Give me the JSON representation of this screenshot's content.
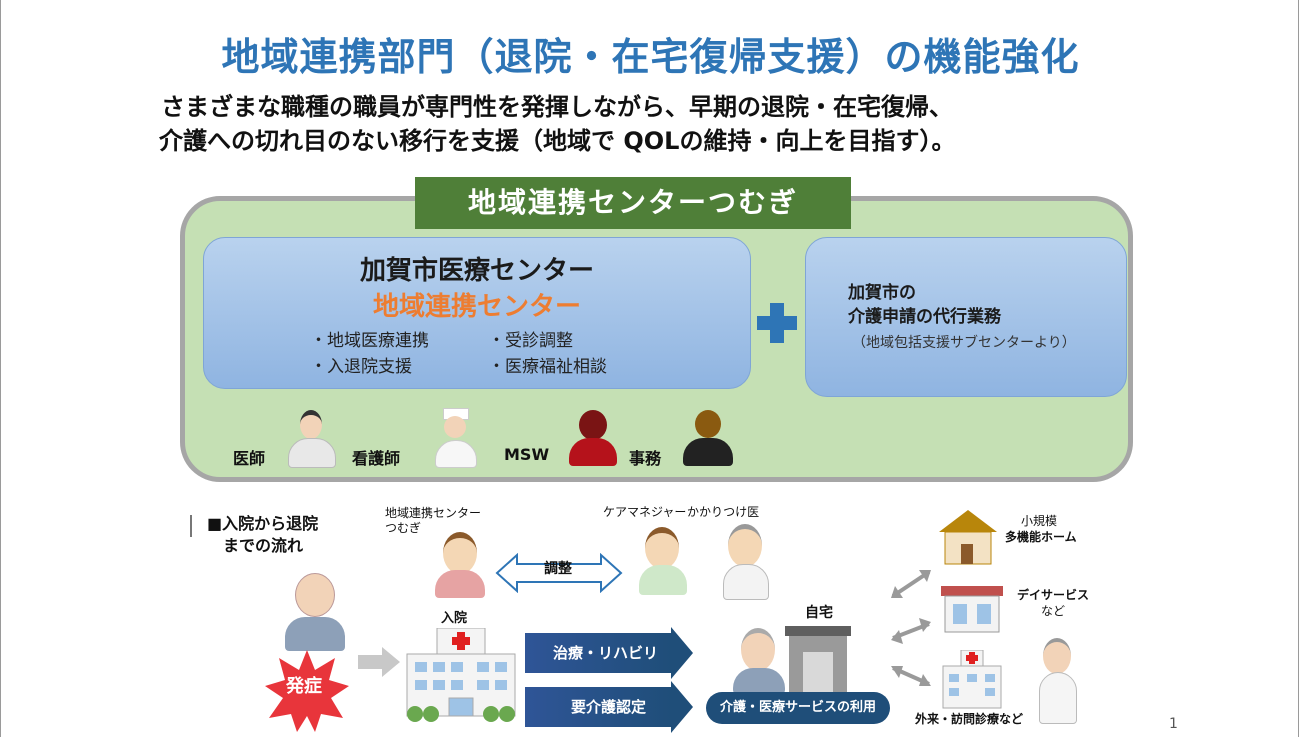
{
  "title": "地域連携部門（退院・在宅復帰支援）の機能強化",
  "subtitle": {
    "line1": "さまざまな職種の職員が専門性を発揮しながら、早期の退院・在宅復帰、",
    "line2": "介護への切れ目のない移行を支援（地域で QOLの維持・向上を目指す）。"
  },
  "banner": "地域連携センターつむぎ",
  "center_box": {
    "title": "加賀市医療センター",
    "subtitle": "地域連携センター",
    "bullets": [
      "・地域医療連携",
      "・受診調整",
      "・入退院支援",
      "・医療福祉相談"
    ]
  },
  "city_box": {
    "line1": "加賀市の",
    "line2": "介護申請の代行業務",
    "note": "（地域包括支援サブセンターより）"
  },
  "roles": [
    "医師",
    "看護師",
    "MSW",
    "事務"
  ],
  "flow": {
    "heading_line1": "■入院から退院",
    "heading_line2": "までの流れ",
    "center_label_line1": "地域連携センター",
    "center_label_line2": "つむぎ",
    "coordination": "調整",
    "care_manager": "ケアマネジャー",
    "family_doctor": "かかりつけ医",
    "hospital": "入院",
    "onset": "発症",
    "treatment": "治療・リハビリ",
    "care_cert": "要介護認定",
    "home": "自宅",
    "service_use": "介護・医療サービスの利用",
    "facility1_line1": "小規模",
    "facility1_line2": "多機能ホーム",
    "facility2_line1": "デイサービス",
    "facility2_line2": "など",
    "facility3": "外来・訪問診療など"
  },
  "page_number": "1",
  "colors": {
    "title": "#2e75b6",
    "banner": "#4f7f38",
    "accent": "#ed7d31",
    "outer_fill": "#c5e0b4"
  }
}
